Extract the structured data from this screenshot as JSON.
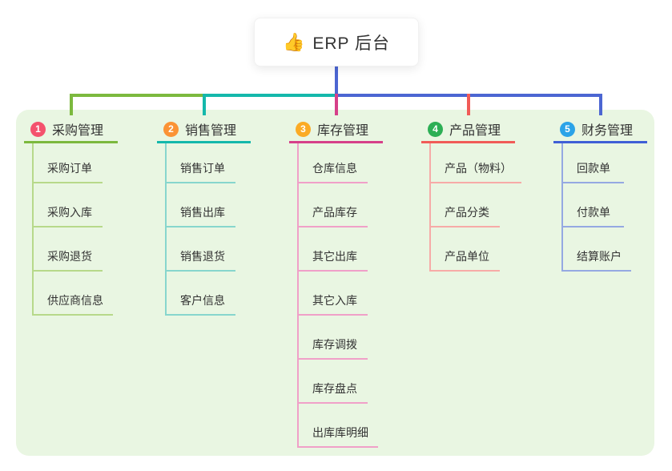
{
  "root": {
    "icon": "👍",
    "label": "ERP 后台"
  },
  "colors": {
    "page_bg": "#ffffff",
    "panel_bg": "#e9f6e2",
    "root_connector": "#4c66d2",
    "rail_green": "#7cb93e",
    "rail_teal": "#14b8ab",
    "rail_blue": "#4c66d2",
    "drop_magenta": "#d64089",
    "drop_red": "#f15b57",
    "text": "#333333"
  },
  "branches": [
    {
      "badge": "1",
      "label": "采购管理",
      "colors": {
        "--line": "#7cb93e",
        "--light": "#b7d98a",
        "--badge": "#f4526d"
      },
      "children": [
        "采购订单",
        "采购入库",
        "采购退货",
        "供应商信息"
      ]
    },
    {
      "badge": "2",
      "label": "销售管理",
      "colors": {
        "--line": "#14b8ab",
        "--light": "#87d6cd",
        "--badge": "#fb9335"
      },
      "children": [
        "销售订单",
        "销售出库",
        "销售退货",
        "客户信息"
      ]
    },
    {
      "badge": "3",
      "label": "库存管理",
      "colors": {
        "--line": "#d64089",
        "--light": "#f0a0c8",
        "--badge": "#fbab25"
      },
      "children": [
        "仓库信息",
        "产品库存",
        "其它出库",
        "其它入库",
        "库存调拨",
        "库存盘点",
        "出库库明细"
      ]
    },
    {
      "badge": "4",
      "label": "产品管理",
      "colors": {
        "--line": "#f15b57",
        "--light": "#f7aba7",
        "--badge": "#2daf55"
      },
      "children": [
        "产品（物料）",
        "产品分类",
        "产品单位"
      ]
    },
    {
      "badge": "5",
      "label": "财务管理",
      "colors": {
        "--line": "#3f5fd6",
        "--light": "#95a9e2",
        "--badge": "#2ba3e8"
      },
      "children": [
        "回款单",
        "付款单",
        "结算账户"
      ]
    }
  ]
}
